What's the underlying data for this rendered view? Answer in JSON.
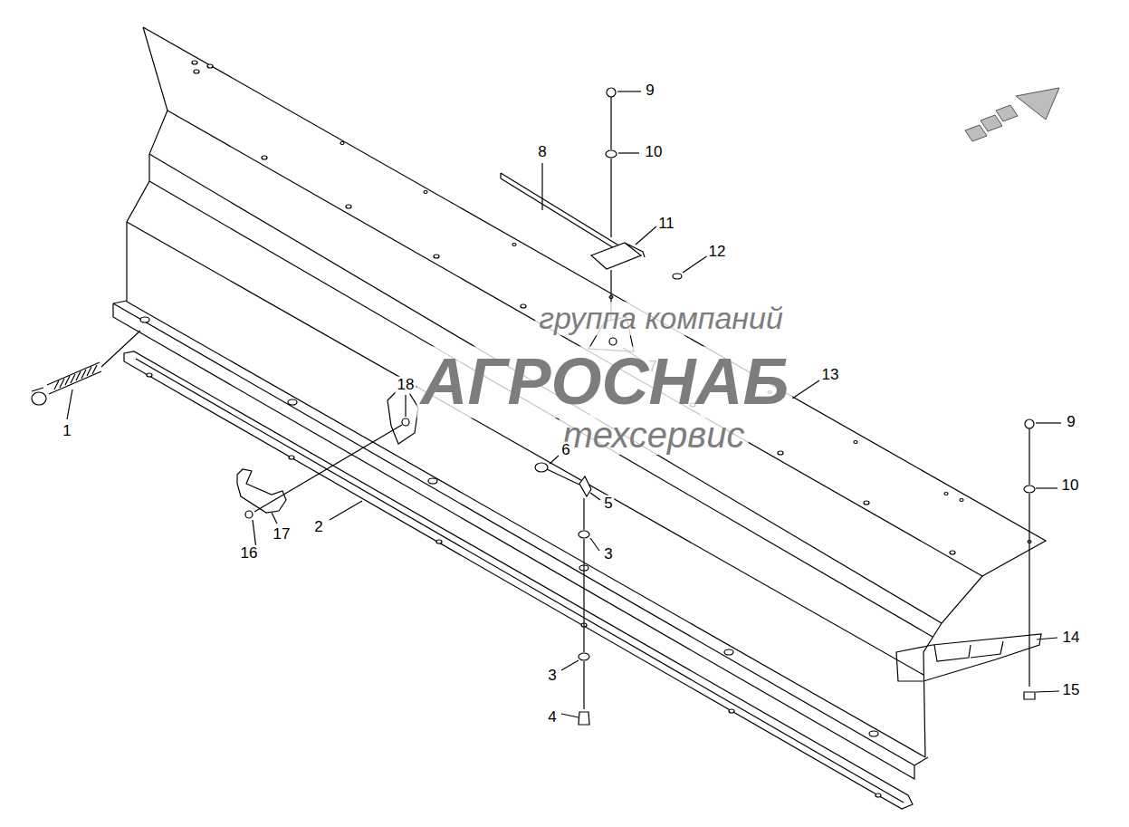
{
  "diagram": {
    "labels": [
      "9",
      "10",
      "8",
      "11",
      "12",
      "7",
      "13",
      "группа компаний",
      "АГРОСНАБ",
      "техсервис",
      "18",
      "9",
      "6",
      "10",
      "5",
      "1",
      "17",
      "2",
      "16",
      "3",
      "3",
      "4",
      "14",
      "15"
    ]
  }
}
